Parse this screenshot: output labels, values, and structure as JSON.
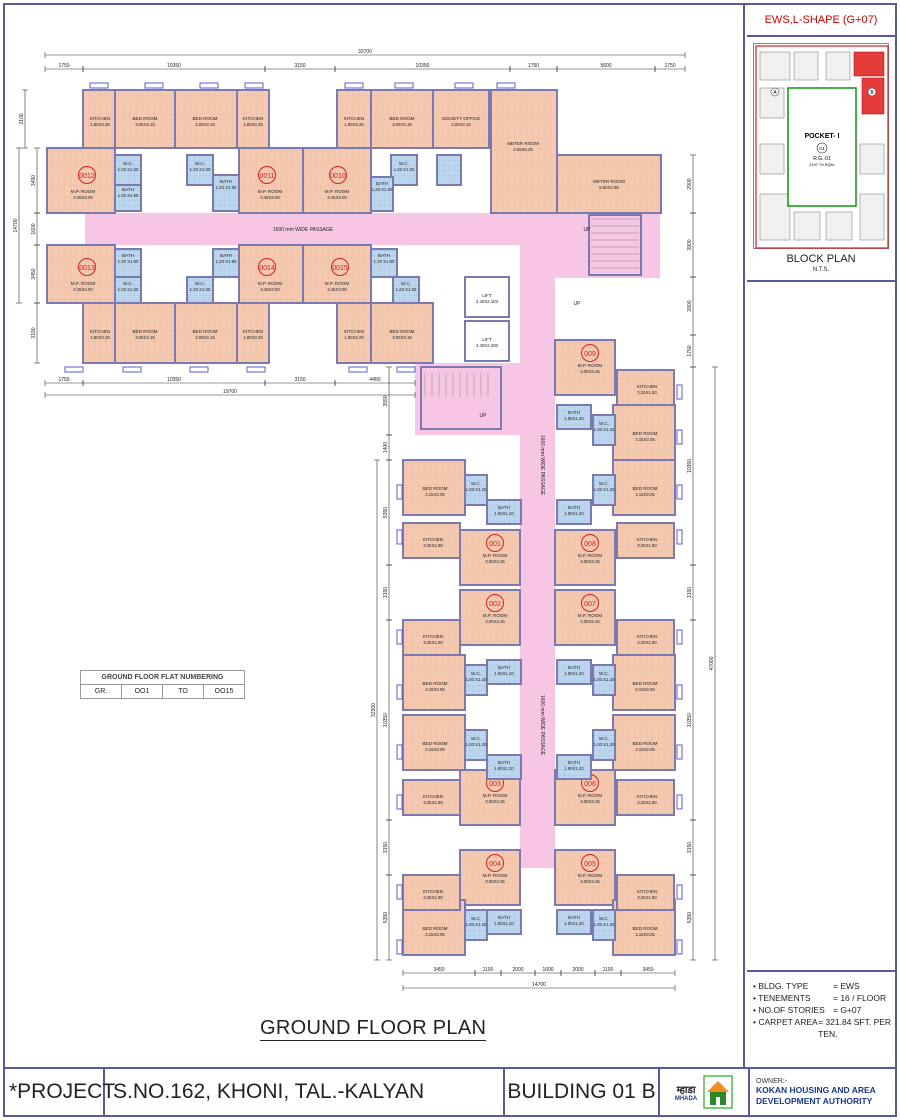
{
  "header": {
    "type_label": "EWS,L-SHAPE (G+07)"
  },
  "block_plan": {
    "pocket": "POCKET- I",
    "circle": "C1",
    "rg": "R.G.-01",
    "area": "2197.79 SQM.",
    "label": "BLOCK PLAN",
    "nts": "N.T.S.",
    "tag_a": "A",
    "tag_b": "B"
  },
  "specs": [
    {
      "key": "• BLDG. TYPE",
      "value": "= EWS"
    },
    {
      "key": "• TENEMENTS",
      "value": "= 16 / FLOOR"
    },
    {
      "key": "• NO.OF STORIES",
      "value": "= G+07"
    },
    {
      "key": "• CARPET AREA",
      "value": "= 321.84 SFT. PER TEN."
    }
  ],
  "plan_title": "GROUND FLOOR PLAN",
  "numbering_table": {
    "title": "GROUND FLOOR FLAT NUMBERING",
    "cells": [
      "GR.",
      "OO1",
      "TO",
      "OO15"
    ]
  },
  "footer": {
    "project": "*PROJECT",
    "address": "S.NO.162, KHONI, TAL.-KALYAN",
    "building": "BUILDING 01 B",
    "logo_text": "म्हाडा",
    "logo_sub": "MHADA",
    "owner_label": "OWNER:-",
    "owner_name_1": "KOKAN HOUSING AND AREA",
    "owner_name_2": "DEVELOPMENT AUTHORITY"
  },
  "dims": {
    "top_total": "33700",
    "top_1": "1750",
    "top_2": "10350",
    "top_3": "3150",
    "top_4": "10350",
    "top_5": "1750",
    "top_6": "5600",
    "top_7": "1750",
    "mid_bottom_1": "1750",
    "mid_bottom_2": "10350",
    "mid_bottom_3": "3150",
    "mid_bottom_4": "4450",
    "mid_total": "19700",
    "left_1": "3100",
    "left_2": "3450",
    "left_3": "1600",
    "left_4": "3450",
    "left_5": "3190",
    "left_total": "14700",
    "right_1": "2900",
    "right_2": "3900",
    "right_3": "2800",
    "right_4": "1750",
    "right_5": "10350",
    "right_6": "3150",
    "right_7": "10350",
    "right_8": "3150",
    "right_9": "5350",
    "right_total": "47000",
    "bot_1": "3450",
    "bot_2": "1100",
    "bot_3": "2000",
    "bot_4": "1600",
    "bot_5": "2000",
    "bot_6": "1100",
    "bot_7": "3450",
    "bot_total": "14700",
    "wleft_1": "3550",
    "wleft_2": "1400",
    "wleft_3": "5350",
    "wleft_4": "3150",
    "wleft_5": "10350",
    "wleft_6": "3150",
    "wleft_7": "5350",
    "wleft_total": "32300"
  },
  "labels": {
    "passage_h": "1600 mm WIDE PASSAGE",
    "passage_v1": "1600 mm WIDE PASSAGE",
    "passage_v2": "1600 mm WIDE PASSAGE",
    "lift1": "LIFT",
    "lift1_size": "2.40X2.103",
    "lift2": "LIFT",
    "lift2_size": "2.40X2.200",
    "meter1": "METER ROOM",
    "meter1_size": "3.65X6.25",
    "meter2": "METER ROOM",
    "meter2_size": "5.60X2.95",
    "society": "SOCIETY OFFICE",
    "society_size": "3.00X3.15",
    "up1": "UP",
    "up2": "UP",
    "up3": "UP"
  },
  "flats": [
    {
      "id": "0012",
      "room": "M.P. ROOM",
      "size": "3.45X3.00"
    },
    {
      "id": "0011",
      "room": "M.P. ROOM",
      "size": "3.45X3.00"
    },
    {
      "id": "0010",
      "room": "M.P. ROOM",
      "size": "3.45X3.00"
    },
    {
      "id": "0013",
      "room": "M.P. ROOM",
      "size": "3.45X3.00"
    },
    {
      "id": "0014",
      "room": "M.P. ROOM",
      "size": "3.45X3.00"
    },
    {
      "id": "0015",
      "room": "M.P. ROOM",
      "size": "3.45X3.00"
    },
    {
      "id": "009",
      "room": "M.P. ROOM",
      "size": "3.00X3.45"
    },
    {
      "id": "001",
      "room": "M.P. ROOM",
      "size": "3.00X3.45"
    },
    {
      "id": "008",
      "room": "M.P. ROOM",
      "size": "3.00X3.45"
    },
    {
      "id": "002",
      "room": "M.P. ROOM",
      "size": "3.00X3.45"
    },
    {
      "id": "007",
      "room": "M.P. ROOM",
      "size": "3.00X3.45"
    },
    {
      "id": "003",
      "room": "M.P. ROOM",
      "size": "3.00X3.45"
    },
    {
      "id": "006",
      "room": "M.P. ROOM",
      "size": "3.00X3.45"
    },
    {
      "id": "004",
      "room": "M.P. ROOM",
      "size": "3.00X3.45"
    },
    {
      "id": "005",
      "room": "M.P. ROOM",
      "size": "3.00X3.45"
    }
  ],
  "rooms": {
    "bed": "BED ROOM",
    "bed_size": "3.05X3.15",
    "bed_size_w": "3.15X3.05",
    "kitchen": "KITCHEN",
    "kitchen_size": "1.80X3.25",
    "kitchen_size_w": "3.25X1.80",
    "bath": "BATH",
    "bath_size": "1.20 X1.90",
    "bath_size_w": "1.90X1.20",
    "wc": "W.C.",
    "wc_size": "1.20 X1.00",
    "wc_size_w": "1.00 X1.20"
  },
  "colors": {
    "room": "#f4c9b0",
    "toilet": "#bcd6ee",
    "passage": "#f6c6e4",
    "wall": "#7a7ab0",
    "window": "#5b5bd6",
    "red": "#d62020"
  }
}
